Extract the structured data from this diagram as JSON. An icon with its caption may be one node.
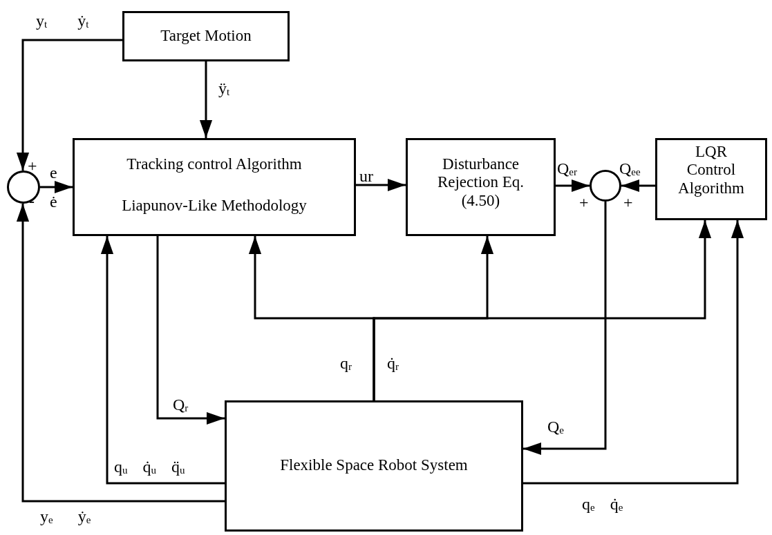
{
  "diagram": {
    "nodes": [
      {
        "text": [
          "Target  Motion"
        ]
      },
      {
        "text": [],
        "shape": "circle"
      },
      {
        "text": [
          "Tracking control Algorithm",
          "Liapunov-Like Methodology"
        ]
      },
      {
        "text": [
          "Disturbance Rejection Eq. (4.50)"
        ]
      },
      {
        "text": [],
        "shape": "circle"
      },
      {
        "text": [
          "LQR Control Algorithm"
        ]
      },
      {
        "text": [
          "Flexible Space Robot System"
        ]
      }
    ],
    "edges": [
      {
        "from": 0,
        "to": 1,
        "arrow": "to",
        "label": "y$_{t}$ ẏ$_{t}$"
      },
      {
        "from": 0,
        "to": 2,
        "arrow": "to",
        "label": "ÿ$_{t}$"
      },
      {
        "from": 1,
        "to": 2,
        "arrow": "to"
      },
      {
        "from": 2,
        "to": 3,
        "arrow": "to",
        "label": "ur"
      },
      {
        "from": 3,
        "to": 4,
        "arrow": "to",
        "label": "Q$_{er}$"
      },
      {
        "from": 5,
        "to": 4,
        "arrow": "to",
        "label": "Q$_{ee}$"
      },
      {
        "from": 4,
        "to": 6,
        "arrow": "to",
        "label": "Q$_{e}$"
      },
      {
        "from": 2,
        "to": 6,
        "arrow": "to",
        "label": "Q$_{r}$"
      },
      {
        "from": 6,
        "to": 2,
        "arrow": "to",
        "label": "q$_{u}$ q̇$_{u}$ q̈$_{u}$"
      },
      {
        "from": 6,
        "to": 1,
        "arrow": "to",
        "label": "y$_{e}$ ẏ$_{e}$"
      },
      {
        "from": 6,
        "to": 2,
        "arrow": "to"
      },
      {
        "from": 6,
        "to": 3,
        "arrow": "to"
      },
      {
        "from": 6,
        "to": 5,
        "arrow": "to"
      },
      {
        "from": 6,
        "to": 5,
        "arrow": "to",
        "label": "q$_{e}$ q̇$_{e}$"
      }
    ],
    "labels": [
      "+",
      "-",
      "e",
      "ė",
      "+",
      "+",
      "q$_{r}$",
      "q̇$_{r}$"
    ]
  }
}
